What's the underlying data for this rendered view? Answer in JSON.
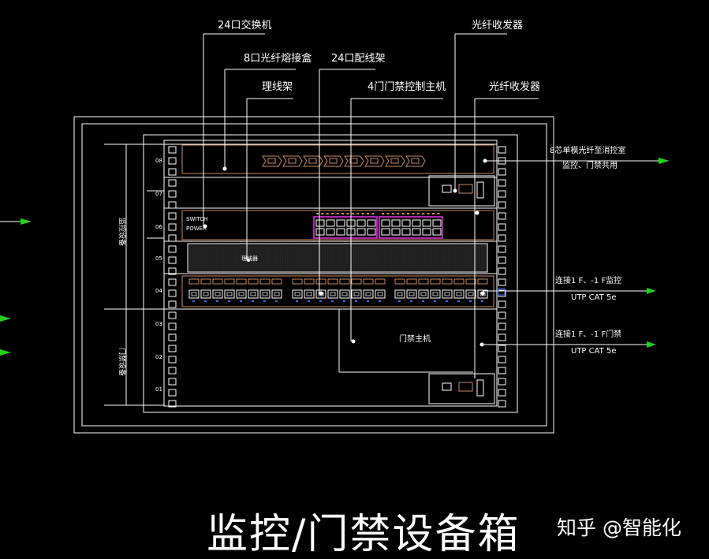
{
  "colors": {
    "background": "#000000",
    "line": "#ffffff",
    "device_outline": "#c88a60",
    "patch_highlight": "#ff33ff",
    "arrow": "#1fd21f"
  },
  "labels": {
    "switch_24": "24口交换机",
    "fiber_box_8": "8口光纤熔接盒",
    "cable_manager": "理线架",
    "patch_panel_24": "24口配线架",
    "door_controller_4": "4门门禁控制主机",
    "fiber_transceiver_top": "光纤收发器",
    "fiber_transceiver_mid": "光纤收发器",
    "monitoring_equipment": "监控设备",
    "door_equipment": "门禁设备",
    "fiber_note_line1": "8芯单模光纤至消控室",
    "fiber_note_line2": "监控、门禁共用",
    "conn_monitor": "连接1 F、-1 F监控",
    "conn_monitor_cable": "UTP CAT 5e",
    "conn_door": "连接1 F、-1 F门禁",
    "conn_door_cable": "UTP CAT 5e",
    "door_host": "门禁主机",
    "cable_manager_inner": "理线器",
    "title": "监控/门禁设备箱",
    "watermark": "知乎 @智能化"
  },
  "rack_unit_numbers": [
    "08",
    "07",
    "06",
    "05",
    "04",
    "03",
    "02",
    "01"
  ]
}
